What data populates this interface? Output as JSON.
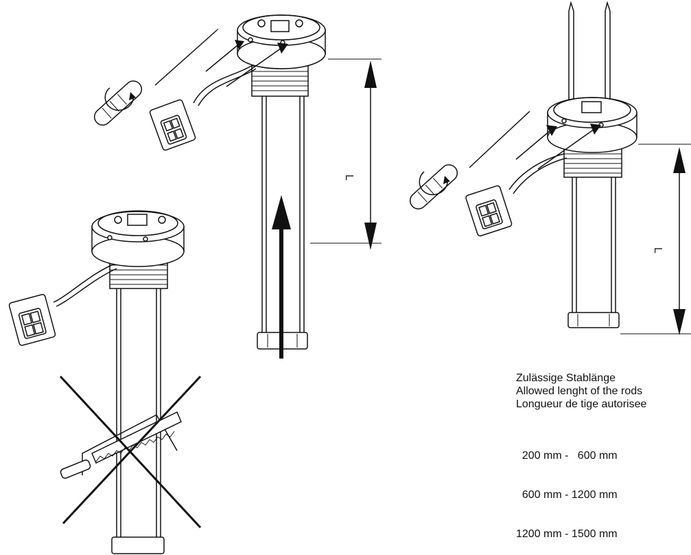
{
  "dimension_label": "L",
  "caption": {
    "de": "Zulässige Stablänge",
    "en": "Allowed lenght of the rods",
    "fr": "Longueur de tige autorisee"
  },
  "ranges": [
    "  200 mm -   600 mm",
    "  600 mm - 1200 mm",
    "1200 mm - 1500 mm"
  ]
}
